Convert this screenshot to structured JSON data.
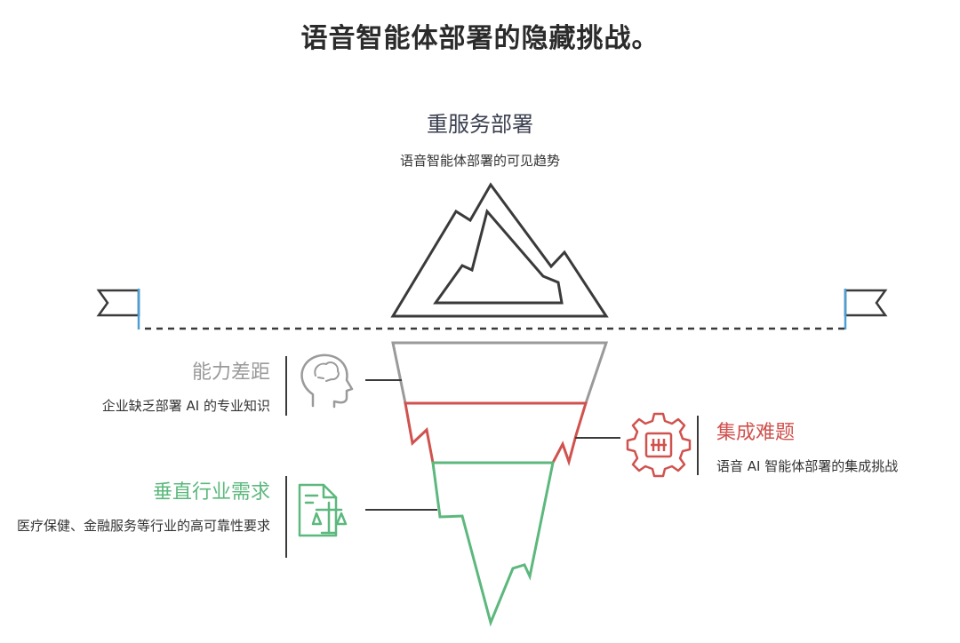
{
  "title": "语音智能体部署的隐藏挑战。",
  "tip": {
    "heading": "重服务部署",
    "description": "语音智能体部署的可见趋势"
  },
  "layers": [
    {
      "title": "能力差距",
      "description": "企业缺乏部署 AI 的专业知识",
      "color": "#9a9a9a",
      "icon": "head-icon"
    },
    {
      "title": "集成难题",
      "description": "语音 AI 智能体部署的集成挑战",
      "color": "#d0524e",
      "icon": "gear-icon"
    },
    {
      "title": "垂直行业需求",
      "description": "医疗保健、金融服务等行业的高可靠性要求",
      "color": "#5cb87d",
      "icon": "scales-document-icon"
    }
  ],
  "colors": {
    "outline": "#3a3a3a",
    "waterline_flag_accent": "#4aa0d5"
  }
}
